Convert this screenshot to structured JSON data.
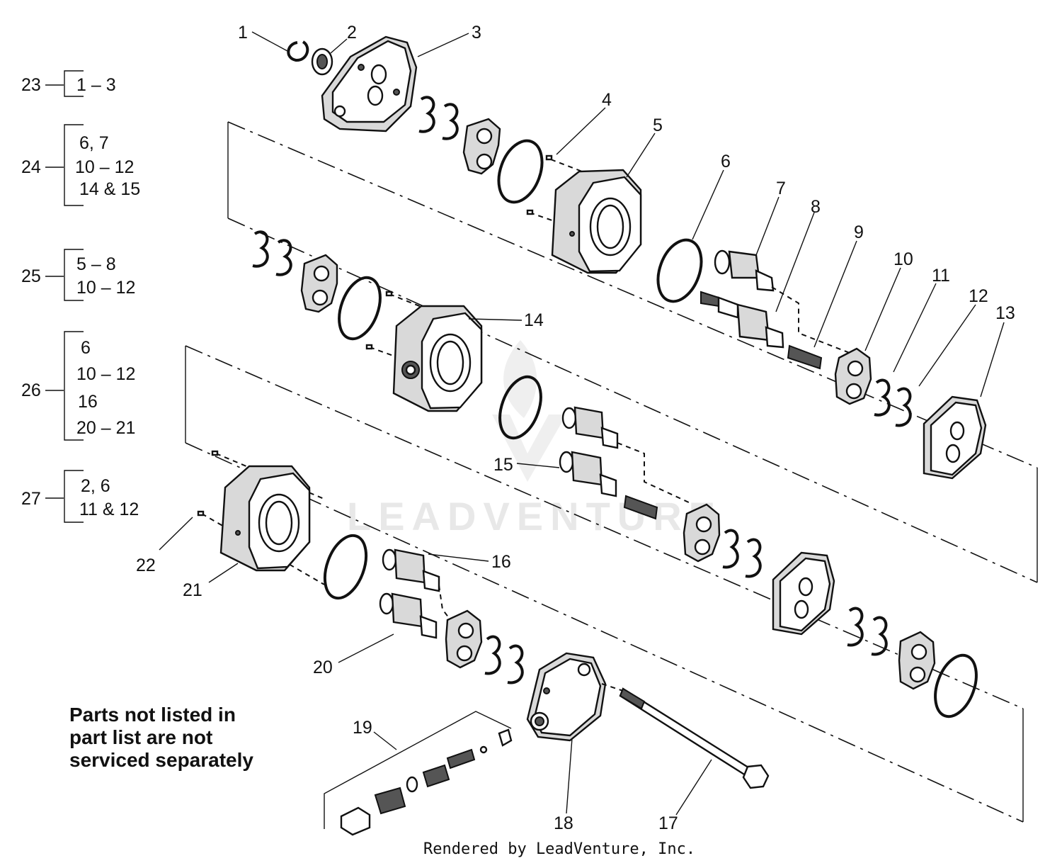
{
  "watermark": "LEADVENTURE",
  "footer": "Rendered by LeadVenture, Inc.",
  "note": [
    "Parts not listed in",
    "part list are not",
    "serviced separately"
  ],
  "groups": [
    {
      "id": "23",
      "lines": [
        "1 – 3"
      ]
    },
    {
      "id": "24",
      "lines": [
        "6, 7",
        "10 – 12",
        "14 & 15"
      ]
    },
    {
      "id": "25",
      "lines": [
        "5 – 8",
        "10 – 12"
      ]
    },
    {
      "id": "26",
      "lines": [
        "6",
        "10 – 12",
        "16",
        "20 – 21"
      ]
    },
    {
      "id": "27",
      "lines": [
        "2, 6",
        "11 & 12"
      ]
    }
  ],
  "callouts": [
    "1",
    "2",
    "3",
    "4",
    "5",
    "6",
    "7",
    "8",
    "9",
    "10",
    "11",
    "12",
    "13",
    "14",
    "15",
    "16",
    "17",
    "18",
    "19",
    "20",
    "21",
    "22"
  ],
  "colors": {
    "line": "#111111",
    "watermark": "#e8e8e8",
    "shade": "#d9d9d9"
  }
}
